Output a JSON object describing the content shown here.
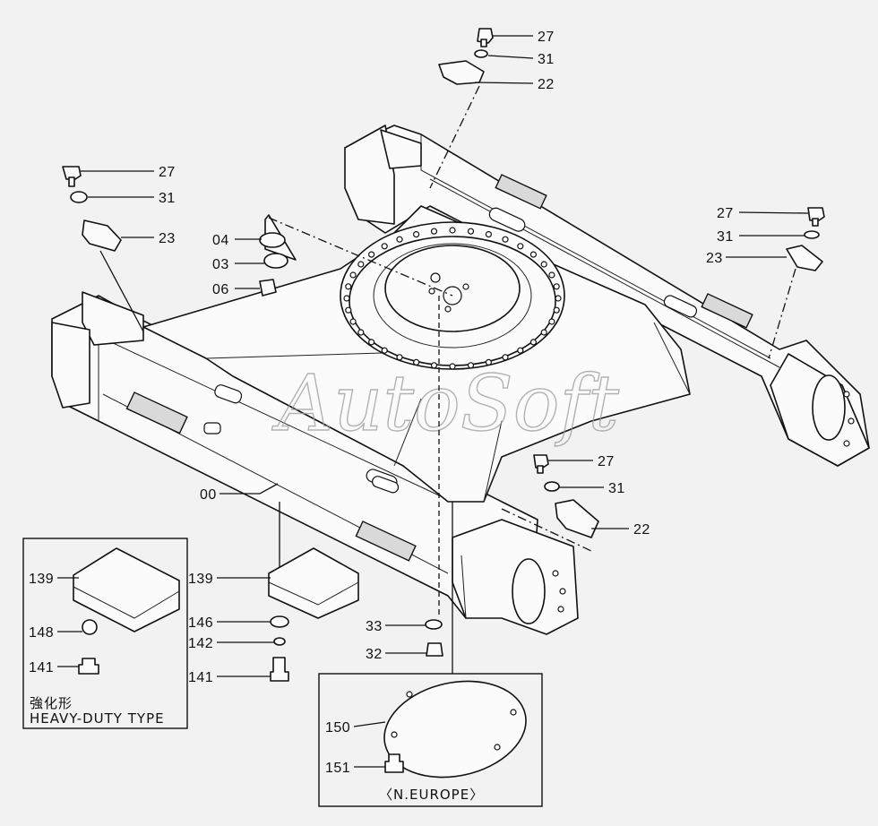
{
  "watermark": "AutoSoft",
  "callouts": {
    "c27_top": "27",
    "c31_top": "31",
    "c22_top": "22",
    "c27_left": "27",
    "c31_left": "31",
    "c23_left": "23",
    "c04": "04",
    "c03": "03",
    "c06": "06",
    "c27_right": "27",
    "c31_right": "31",
    "c23_right": "23",
    "c27_mid": "27",
    "c31_mid": "31",
    "c22_mid": "22",
    "c00": "00",
    "c139_box": "139",
    "c148": "148",
    "c141_box": "141",
    "c139": "139",
    "c146": "146",
    "c142": "142",
    "c141": "141",
    "c33": "33",
    "c32": "32",
    "c150": "150",
    "c151": "151"
  },
  "heavy_duty_box": {
    "title_jp": "強化形",
    "title_en": "HEAVY-DUTY TYPE"
  },
  "europe_box": {
    "caption": "〈N.EUROPE〉"
  }
}
